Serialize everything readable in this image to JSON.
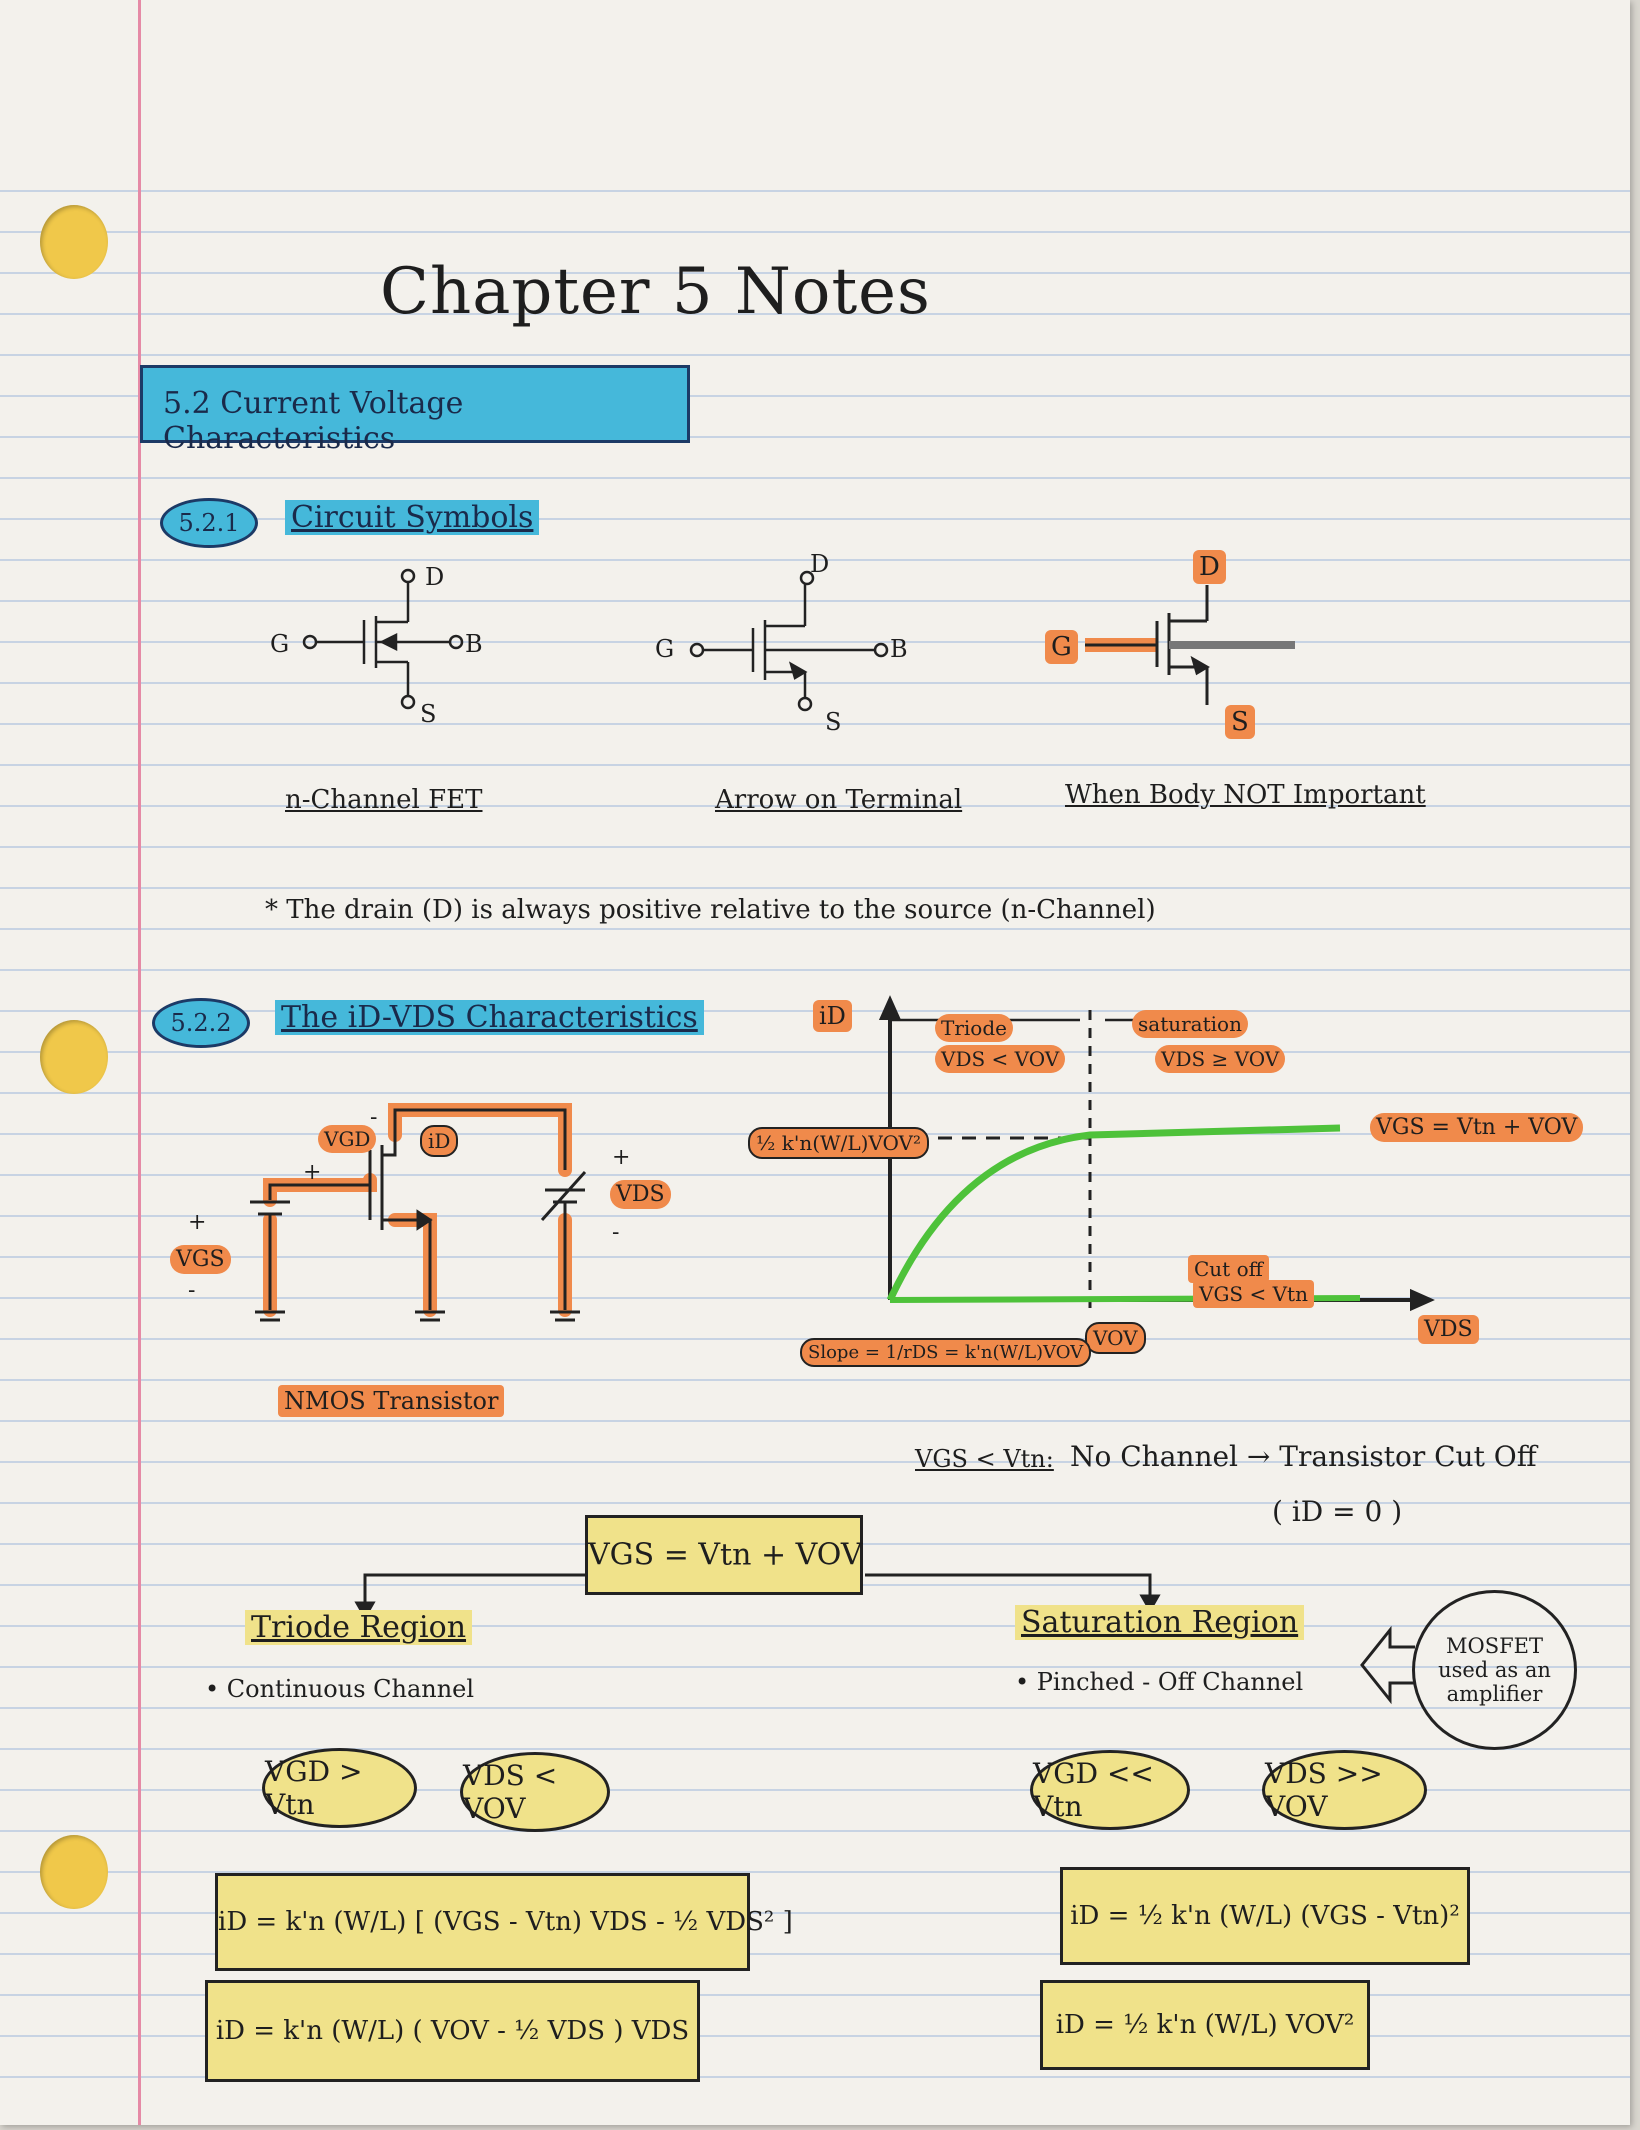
{
  "page": {
    "title": "Chapter 5 Notes",
    "section": "5.2  Current Voltage Characteristics",
    "sub1": {
      "number": "5.2.1",
      "title": "Circuit Symbols"
    },
    "sub2": {
      "number": "5.2.2",
      "title": "The iD-VDS Characteristics"
    }
  },
  "symbols": {
    "caption1": "n-Channel FET",
    "caption2": "Arrow on Terminal",
    "caption3": "When Body NOT Important",
    "labels": {
      "g": "G",
      "d": "D",
      "s": "S",
      "b": "B"
    },
    "note": "* The drain (D) is always positive relative to the source (n-Channel)"
  },
  "circuit": {
    "caption": "NMOS Transistor",
    "vgd": "VGD",
    "id": "iD",
    "vds": "VDS",
    "vgs": "VGS",
    "plus": "+",
    "minus": "-"
  },
  "graph": {
    "y_axis": "iD",
    "x_axis": "VDS",
    "triode": "Triode",
    "triode_cond": "VDS < VOV",
    "saturation": "saturation",
    "saturation_cond": "VDS ≥ VOV",
    "sat_level": "½ k'n(W/L)VOV²",
    "curve_label": "VGS = Vtn + VOV",
    "cutoff": "Cut off",
    "cutoff_cond": "VGS < Vtn",
    "vov_tick": "VOV",
    "slope": "Slope = 1/rDS = k'n(W/L)VOV"
  },
  "cutoff_note": {
    "cond": "VGS < Vtn:",
    "text": "No Channel → Transistor Cut Off",
    "result": "( iD = 0 )"
  },
  "center_box": "VGS = Vtn + VOV",
  "triode": {
    "title": "Triode Region",
    "bullet": "• Continuous Channel",
    "cond1": "VGD > Vtn",
    "cond2": "VDS < VOV",
    "eq1": "iD = k'n (W/L) [ (VGS - Vtn) VDS - ½ VDS² ]",
    "eq2": "iD = k'n (W/L) ( VOV - ½ VDS ) VDS"
  },
  "saturation": {
    "title": "Saturation Region",
    "bullet": "• Pinched - Off Channel",
    "bubble": "MOSFET used as an amplifier",
    "cond1": "VGD << Vtn",
    "cond2": "VDS >> VOV",
    "eq1": "iD = ½ k'n (W/L) (VGS - Vtn)²",
    "eq2": "iD = ½ k'n (W/L) VOV²"
  },
  "colors": {
    "paper": "#f3f1ec",
    "blue_highlight": "#45b8da",
    "orange_highlight": "#f08a4b",
    "yellow_highlight": "#f0e28a",
    "green_curve": "#4ec23a",
    "margin_line": "#e58aa6"
  }
}
